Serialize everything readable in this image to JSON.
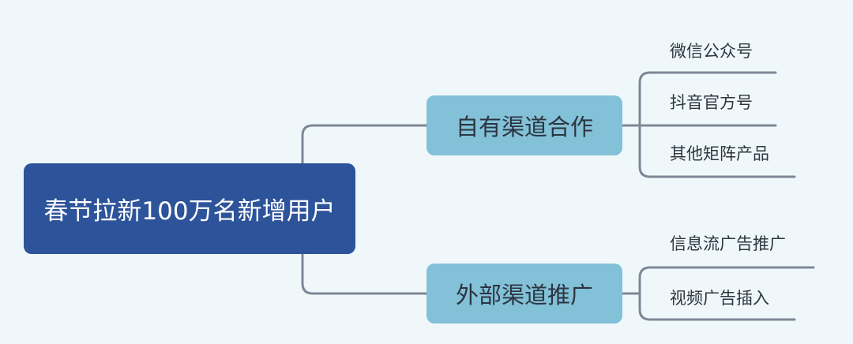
{
  "root": {
    "label": "春节拉新100万名新增用户"
  },
  "branches": [
    {
      "label": "自有渠道合作",
      "children": [
        "微信公众号",
        "抖音官方号",
        "其他矩阵产品"
      ]
    },
    {
      "label": "外部渠道推广",
      "children": [
        "信息流广告推广",
        "视频广告插入"
      ]
    }
  ],
  "colors": {
    "background": "#f0f7fb",
    "root_fill": "#2d539a",
    "branch_fill": "#82c1d7",
    "connector": "#7d8796"
  }
}
